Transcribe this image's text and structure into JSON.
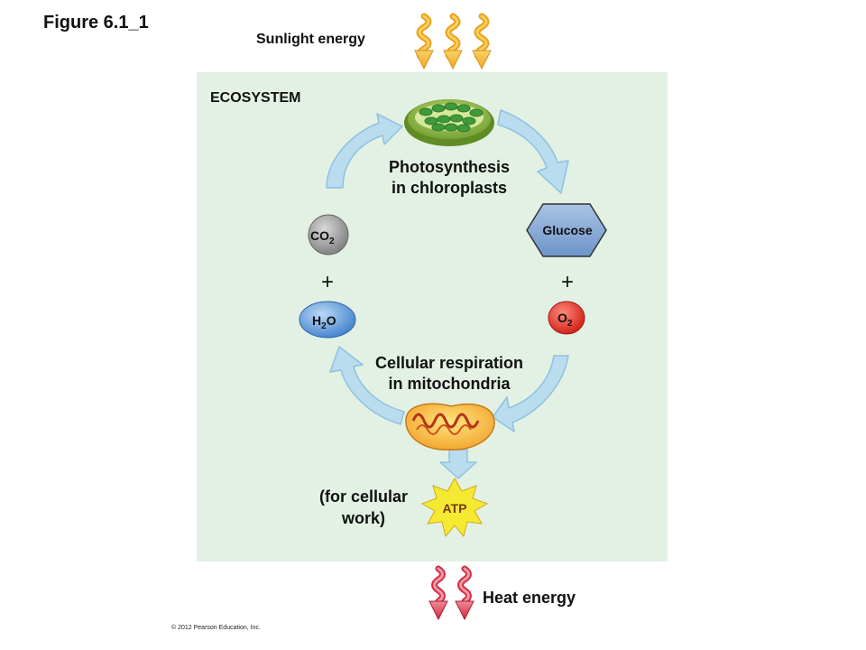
{
  "figure_label": "Figure 6.1_1",
  "sunlight_label": "Sunlight energy",
  "ecosystem_label": "ECOSYSTEM",
  "photosynthesis": {
    "line1": "Photosynthesis",
    "line2": "in chloroplasts"
  },
  "respiration": {
    "line1": "Cellular respiration",
    "line2": "in mitochondria"
  },
  "molecules": {
    "co2": {
      "main": "CO",
      "sub": "2"
    },
    "h2o": {
      "main1": "H",
      "sub": "2",
      "main2": "O"
    },
    "glucose": "Glucose",
    "o2": {
      "main": "O",
      "sub": "2"
    }
  },
  "plus_left": "+",
  "plus_right": "+",
  "atp_label": "ATP",
  "work_label": {
    "line1": "(for cellular",
    "line2": "work)"
  },
  "heat_label": "Heat energy",
  "copyright": "© 2012 Pearson Education, Inc.",
  "colors": {
    "ecosystem_bg": "#e2f1e4",
    "arrow_fill": "#b9dcef",
    "arrow_stroke": "#8fc2dd",
    "sunlight": "#f2b62e",
    "heat": "#d6344a",
    "co2": "#8f8f8f",
    "h2o": "#4f8fd6",
    "glucose": "#7ea3d1",
    "o2": "#e3271c",
    "atp": "#f5ea32",
    "chloroplast": "#7fae3a",
    "mitochondrion": "#f0a030"
  }
}
